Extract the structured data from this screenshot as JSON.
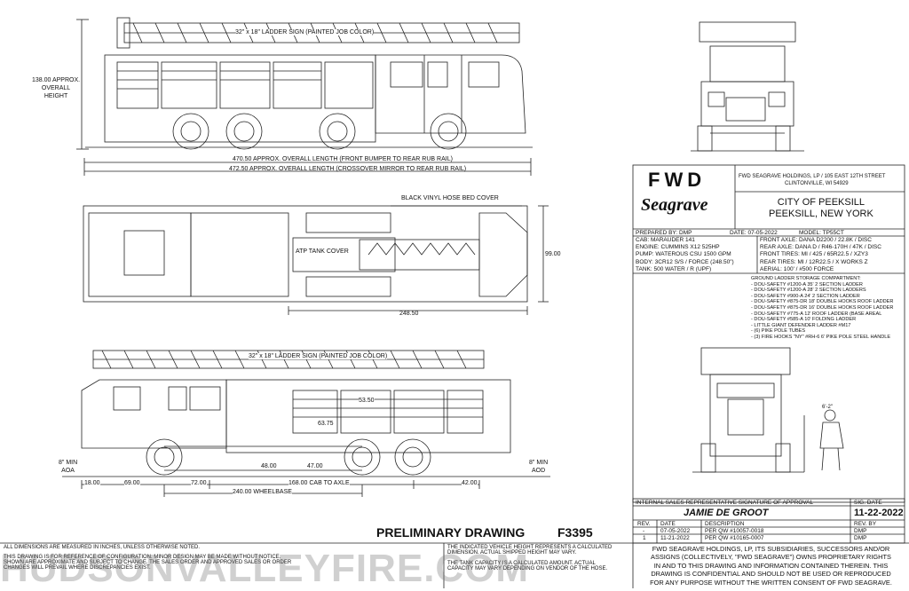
{
  "dims": {
    "overall_height": [
      "138.00 APPROX.",
      "OVERALL",
      "HEIGHT"
    ],
    "overall_length_1": "470.50 APPROX. OVERALL LENGTH (FRONT BUMPER TO REAR RUB RAIL)",
    "overall_length_2": "472.50 APPROX. OVERALL LENGTH (CROSSOVER MIRROR TO REAR RUB RAIL)",
    "ladder_sign_top": "32\" x 18\" LADDER SIGN (PAINTED JOB COLOR)",
    "hose_bed_cover": "BLACK VINYL HOSE BED COVER",
    "atp_tank_cover": "ATP TANK COVER",
    "width_99": "99.00",
    "length_248": "248.50",
    "ladder_sign_side": "32\" x 18\" LADDER SIGN (PAINTED JOB COLOR)",
    "d_5350": "53.50",
    "d_6375": "63.75",
    "d_4800": "48.00",
    "d_4700": "47.00",
    "aoa": [
      "8\" MIN",
      "AOA"
    ],
    "aod": [
      "8\" MIN",
      "AOD"
    ],
    "d_1800": "18.00",
    "d_6900": "69.00",
    "d_7200": "72.00",
    "cab_to_axle": "168.00 CAB TO AXLE",
    "d_4200": "42.00",
    "wheelbase": "240.00 WHEELBASE"
  },
  "title_block": {
    "logo_text": "FWD",
    "logo_script": "Seagrave",
    "company_address": [
      "FWD SEAGRAVE HOLDINGS, LP / 105 EAST 12TH STREET",
      "CLINTONVILLE, WI 54929"
    ],
    "customer": [
      "CITY OF PEEKSILL",
      "PEEKSILL, NEW YORK"
    ],
    "prepared_by": "PREPARED BY: DMP",
    "date": "DATE: 07-05-2022",
    "model": "MODEL: TP55CT",
    "specs_left": [
      "CAB: MARAUDER 141",
      "ENGINE: CUMMINS X12 525HP",
      "PUMP: WATEROUS CSU 1500 GPM",
      "BODY: 3CR12 S/S / FORCE (248.50\")",
      "TANK: 500 WATER / R (UPF)"
    ],
    "specs_right": [
      "FRONT AXLE: DANA D2200 / 22.8K / DISC",
      "REAR AXLE: DANA D / R46-170H / 47K / DISC",
      "FRONT TIRES: MI / 425 / 65R22.5 / XZY3",
      "REAR TIRES: MI / 12R22.5 / X WORKS Z",
      "AERIAL: 100' / #500 FORCE"
    ]
  },
  "ladder_storage": [
    "GROUND LADDER STORAGE COMPARTMENT:",
    "- DOU-SAFETY #1200-A 35' 2 SECTION LADDER",
    "- DOU-SAFETY #1200-A 28' 2 SECTION LADDERS",
    "- DOU-SAFETY #900-A 24' 2 SECTION LADDER",
    "- DOU-SAFETY #875-DR 18' DOUBLE HOOKS ROOF LADDER",
    "- DOU-SAFETY #875-DR 16' DOUBLE HOOKS ROOF LADDER",
    "- DOU-SAFETY #775-A 12' ROOF LADDER (BASE AREAL",
    "- DOU-SAFETY #585-A 10' FOLDING LADDER",
    "- LITTLE GIANT DEFENDER LADDER #M17",
    "- (6) PIKE POLE TUBES",
    "- (3) FIRE HOOKS \"NY\" #RH-6 6' PIKE POLE STEEL HANDLE"
  ],
  "figure_label": "6'-2\"",
  "approval": {
    "header": "INTERNAL SALES REPRESENTATIVE SIGNATURE OF APPROVAL",
    "sig_date_label": "SIG. DATE",
    "name": "JAMIE DE GROOT",
    "sig_date": "11-22-2022"
  },
  "revisions": {
    "headers": [
      "REV.",
      "DATE",
      "DESCRIPTION",
      "REV. BY"
    ],
    "rows": [
      [
        "-",
        "07-05-2022",
        "PER QW #10057-0018",
        "DMP"
      ],
      [
        "1",
        "11-21-2022",
        "PER QW #10165-0007",
        "DMP"
      ]
    ]
  },
  "preliminary": "PRELIMINARY DRAWING",
  "drawing_number": "F3395",
  "notes": {
    "left": [
      "ALL DIMENSIONS ARE MEASURED IN INCHES, UNLESS OTHERWISE NOTED.",
      "THIS DRAWING IS FOR REFERENCE OF CONFIGURATION. MINOR DESIGN MAY BE MADE WITHOUT NOTICE.",
      "SHOWN ARE APPROXIMATE AND SUBJECT TO CHANGE. THE SALES ORDER AND APPROVED SALES OR ORDER",
      "CHANGES WILL PREVAIL WHERE DISCREPANCIES EXIST."
    ],
    "middle": [
      "THE INDICATED VEHICLE HEIGHT REPRESENTS A CALCULATED",
      "DIMENSION.  ACTUAL SHIPPED HEIGHT MAY VARY.",
      "",
      "THE TANK CAPACITY IS A CALCULATED AMOUNT.  ACTUAL",
      "CAPACITY MAY VARY DEPENDING ON  VENDOR OF THE HOSE."
    ],
    "right": [
      "FWD SEAGRAVE HOLDINGS, LP, ITS SUBSIDIARIES, SUCCESSORS AND/OR",
      "ASSIGNS (COLLECTIVELY, \"FWD SEAGRAVE\") OWNS PROPRIETARY RIGHTS",
      "IN AND TO THIS DRAWING AND INFORMATION CONTAINED THEREIN. THIS",
      "DRAWING IS CONFIDENTIAL AND SHOULD NOT BE USED OR REPRODUCED",
      "FOR ANY PURPOSE WITHOUT THE WRITTEN CONSENT OF  FWD SEAGRAVE."
    ]
  },
  "watermark": "HUDSONVALLEYFIRE.COM"
}
